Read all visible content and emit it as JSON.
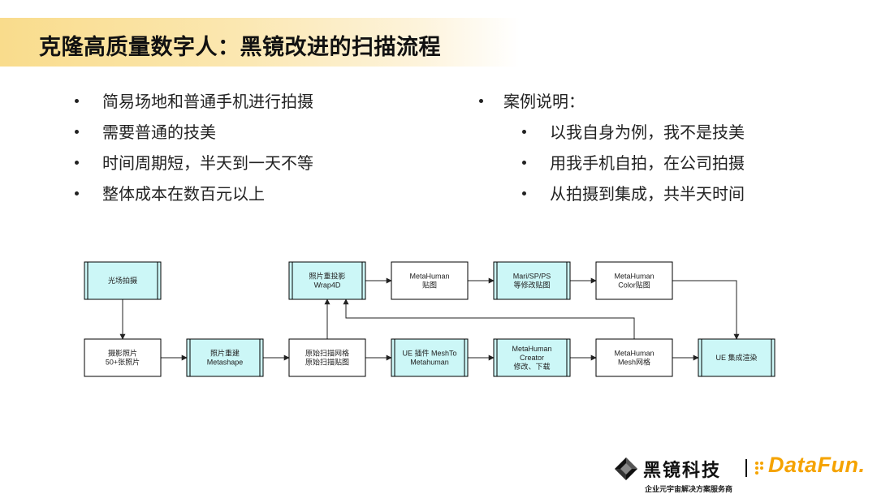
{
  "title": "克隆高质量数字人：黑镜改进的扫描流程",
  "left_bullets": [
    "简易场地和普通手机进行拍摄",
    "需要普通的技美",
    "时间周期短，半天到一天不等",
    "整体成本在数百元以上"
  ],
  "right_heading": "案例说明：",
  "right_bullets": [
    "以我自身为例，我不是技美",
    "用我手机自拍，在公司拍摄",
    "从拍摄到集成，共半天时间"
  ],
  "flow": {
    "nodes": {
      "light_shoot": {
        "lines": [
          "光场拍摄"
        ],
        "style": "cyan"
      },
      "photo_relight": {
        "lines": [
          "照片重投影",
          "Wrap4D"
        ],
        "style": "cyan"
      },
      "mh_texture": {
        "lines": [
          "MetaHuman",
          "贴图"
        ],
        "style": "plain"
      },
      "mari_sp_ps": {
        "lines": [
          "Mari/SP/PS",
          "等修改贴图"
        ],
        "style": "cyan"
      },
      "mh_color": {
        "lines": [
          "MetaHuman",
          "Color贴图"
        ],
        "style": "plain"
      },
      "photo_capture": {
        "lines": [
          "摄影照片",
          "50+张照片"
        ],
        "style": "plain"
      },
      "photo_rebuild": {
        "lines": [
          "照片重建",
          "Metashape"
        ],
        "style": "cyan"
      },
      "raw_scan": {
        "lines": [
          "原始扫描网格",
          "原始扫描贴图"
        ],
        "style": "plain"
      },
      "ue_plugin": {
        "lines": [
          "UE 插件 MeshTo",
          "Metahuman"
        ],
        "style": "cyan"
      },
      "mh_creator": {
        "lines": [
          "MetaHuman",
          "Creator",
          "修改、下载"
        ],
        "style": "cyan"
      },
      "mh_mesh": {
        "lines": [
          "MetaHuman",
          "Mesh网格"
        ],
        "style": "plain"
      },
      "ue_render": {
        "lines": [
          "UE 集成渲染"
        ],
        "style": "cyan"
      }
    },
    "edges": [
      [
        "light_shoot",
        "photo_capture"
      ],
      [
        "photo_capture",
        "photo_rebuild"
      ],
      [
        "photo_rebuild",
        "raw_scan"
      ],
      [
        "raw_scan",
        "ue_plugin"
      ],
      [
        "ue_plugin",
        "mh_creator"
      ],
      [
        "mh_creator",
        "mh_mesh"
      ],
      [
        "mh_mesh",
        "ue_render"
      ],
      [
        "raw_scan",
        "photo_relight"
      ],
      [
        "mh_mesh",
        "photo_relight"
      ],
      [
        "photo_relight",
        "mh_texture"
      ],
      [
        "mh_texture",
        "mari_sp_ps"
      ],
      [
        "mari_sp_ps",
        "mh_color"
      ],
      [
        "mh_color",
        "ue_render"
      ]
    ]
  },
  "logo": {
    "company": "黑镜科技",
    "partner": "DataFun.",
    "tagline": "企业元宇宙解决方案服务商",
    "partner_color": "#f5a300"
  },
  "colors": {
    "title_band": "#f9dc8c",
    "node_fill": "#ccf7f7",
    "accent": "#f5a300"
  }
}
